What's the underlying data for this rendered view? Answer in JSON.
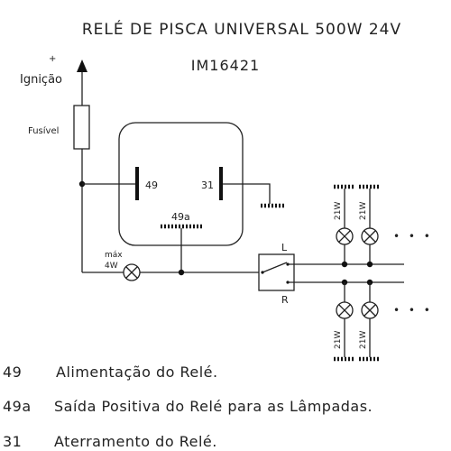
{
  "title": "RELÉ DE PISCA UNIVERSAL 500W 24V",
  "model": "IM16421",
  "labels": {
    "plus": "+",
    "ignition": "Ignição",
    "fuse": "Fusível",
    "pin_49": "49",
    "pin_31": "31",
    "pin_49a": "49a",
    "indicator_max": "máx",
    "indicator_power": "4W",
    "switch_left": "L",
    "switch_right": "R",
    "lamp_power": "21W",
    "more": "• • •"
  },
  "legend": [
    {
      "code": "49",
      "text": "Alimentação do Relé."
    },
    {
      "code": "49a",
      "text": "Saída Positiva do Relé para as Lâmpadas."
    },
    {
      "code": "31",
      "text": "Aterramento do Relé."
    }
  ]
}
